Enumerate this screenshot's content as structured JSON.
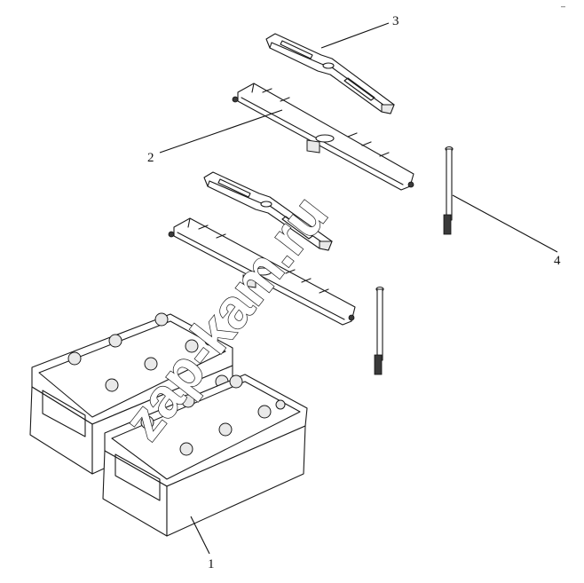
{
  "callouts": {
    "battery": "1",
    "long_bracket": "2",
    "clamp_bar": "3",
    "bolt": "4"
  },
  "watermark": "zap-kam.ru",
  "corner_mark": "–"
}
